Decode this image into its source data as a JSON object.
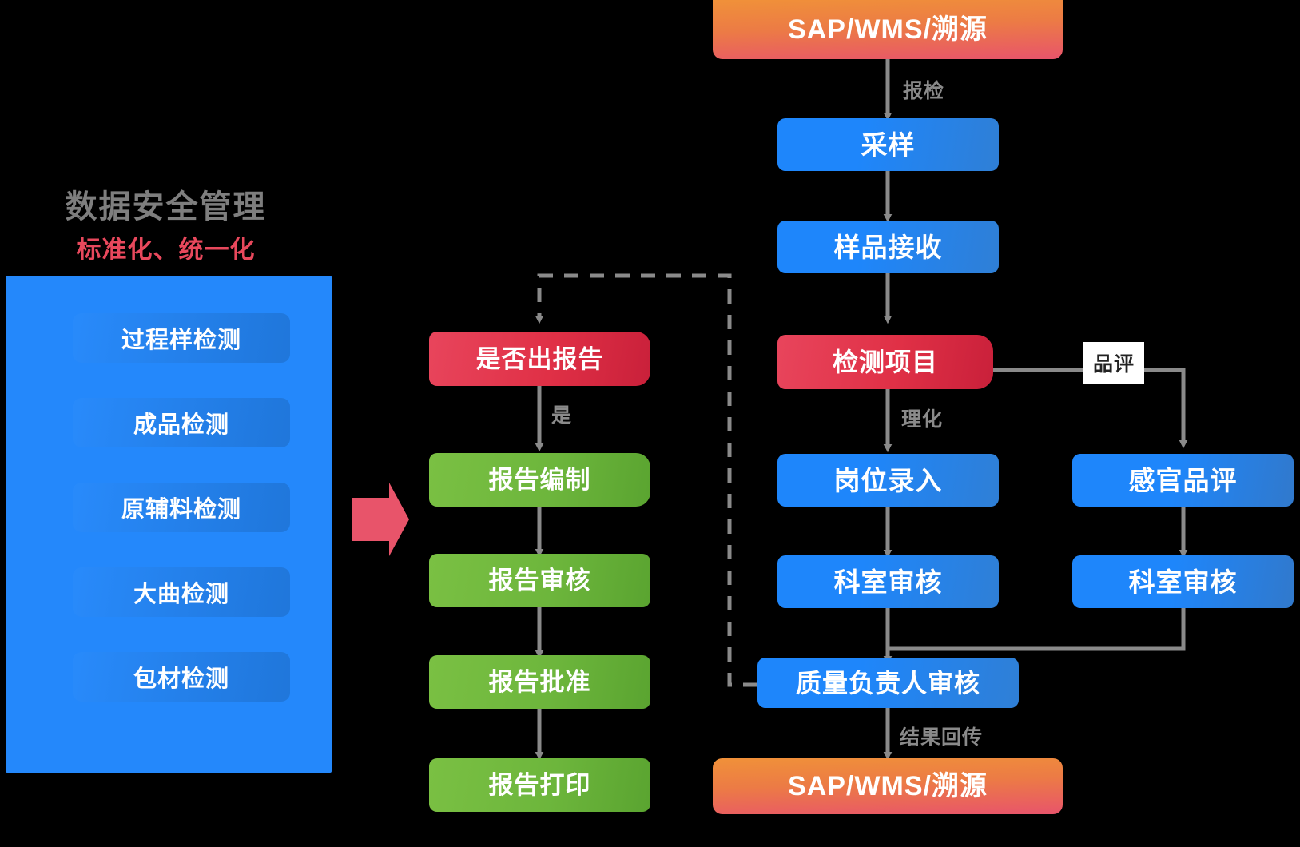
{
  "left_panel": {
    "title": "数据安全管理",
    "subtitle": "标准化、统一化",
    "panel_color": "#2488fb",
    "title_color": "#7e7e7e",
    "subtitle_color": "#e8485c",
    "items": [
      {
        "label": "过程样检测"
      },
      {
        "label": "成品检测"
      },
      {
        "label": "原辅料检测"
      },
      {
        "label": "大曲检测"
      },
      {
        "label": "包材检测"
      }
    ]
  },
  "transition": {
    "arrow_icon": "right-arrow-icon",
    "arrow_color": "#e8546a"
  },
  "report_flow": {
    "decision": {
      "label": "是否出报告",
      "color": "#dd2f46"
    },
    "decision_yes_label": "是",
    "steps": [
      {
        "label": "报告编制",
        "color": "#6db63c"
      },
      {
        "label": "报告审核",
        "color": "#6db63c"
      },
      {
        "label": "报告批准",
        "color": "#6db63c"
      },
      {
        "label": "报告打印",
        "color": "#6db63c"
      }
    ]
  },
  "main_flow": {
    "source": {
      "label": "SAP/WMS/溯源",
      "color": "#ec7b45"
    },
    "source_edge_label": "报检",
    "sampling": {
      "label": "采样",
      "color": "#1e86fb"
    },
    "receiving": {
      "label": "样品接收",
      "color": "#1e86fb"
    },
    "test_items": {
      "label": "检测项目",
      "color": "#dd2f46"
    },
    "physchem_edge_label": "理化",
    "tasting_edge_label": "品评",
    "station_entry": {
      "label": "岗位录入",
      "color": "#1e86fb"
    },
    "sensory_tasting": {
      "label": "感官品评",
      "color": "#1e86fb"
    },
    "dept_review_left": {
      "label": "科室审核",
      "color": "#1e86fb"
    },
    "dept_review_right": {
      "label": "科室审核",
      "color": "#1e86fb"
    },
    "quality_manager_review": {
      "label": "质量负责人审核",
      "color": "#1e86fb"
    },
    "result_edge_label": "结果回传",
    "sink": {
      "label": "SAP/WMS/溯源",
      "color": "#ec7b45"
    }
  }
}
